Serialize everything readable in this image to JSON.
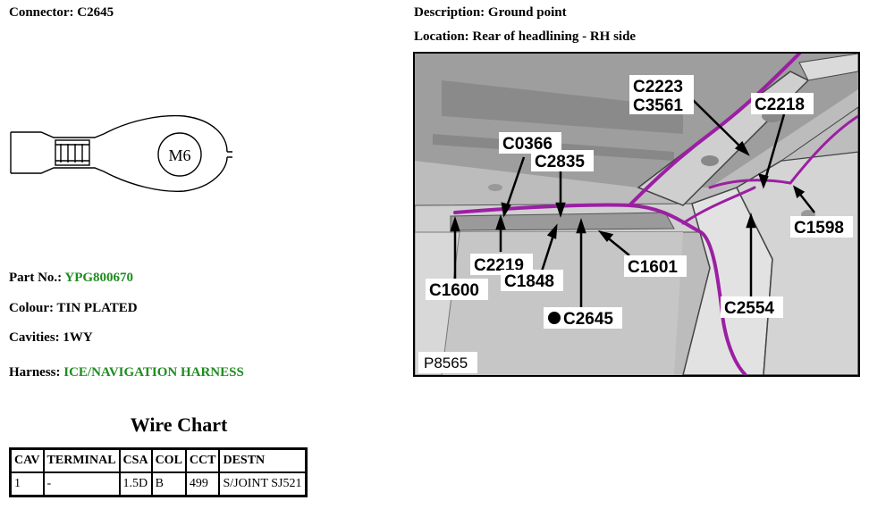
{
  "connector": {
    "label": "Connector:",
    "value": "C2645"
  },
  "description": {
    "label": "Description:",
    "value": "Ground point"
  },
  "location": {
    "label": "Location:",
    "value": "Rear of headlining - RH side"
  },
  "terminal": {
    "marking": "M6"
  },
  "part": {
    "label": "Part No.:",
    "value": "YPG800670"
  },
  "colour": {
    "label": "Colour:",
    "value": "TIN PLATED"
  },
  "cavities": {
    "label": "Cavities:",
    "value": "1WY"
  },
  "harness": {
    "label": "Harness:",
    "value": "ICE/NAVIGATION HARNESS"
  },
  "diagram": {
    "figure_id": "P8565",
    "callouts": {
      "c2223": "C2223",
      "c3561": "C3561",
      "c2218": "C2218",
      "c0366": "C0366",
      "c2835": "C2835",
      "c1598": "C1598",
      "c2219": "C2219",
      "c1848": "C1848",
      "c1601": "C1601",
      "c1600": "C1600",
      "c2645": "C2645",
      "c2554": "C2554"
    },
    "harness_color": "#9b1fa3"
  },
  "wire_chart": {
    "title": "Wire Chart",
    "headers": [
      "CAV",
      "TERMINAL",
      "CSA",
      "COL",
      "CCT",
      "DESTN"
    ],
    "rows": [
      [
        "1",
        "-",
        "1.5D",
        "B",
        "499",
        "S/JOINT SJ521"
      ]
    ]
  },
  "colors": {
    "label_green": "#1e8c1e"
  }
}
